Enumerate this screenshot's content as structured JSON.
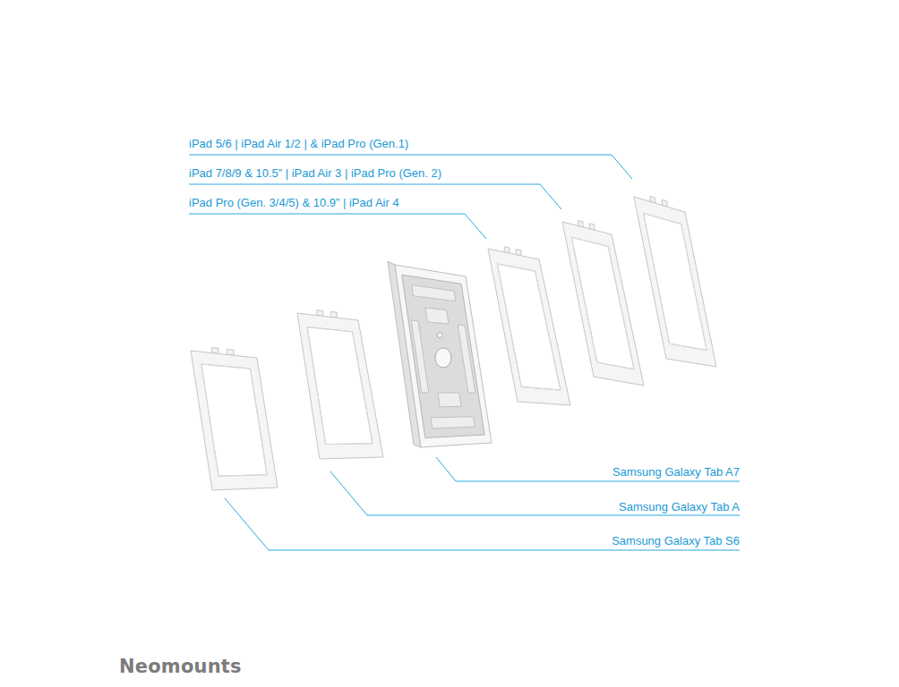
{
  "diagram": {
    "labels": [
      "iPad 5/6 | iPad Air 1/2 | & iPad Pro (Gen.1)",
      "iPad 7/8/9 & 10.5” | iPad Air 3 | iPad Pro (Gen. 2)",
      "iPad Pro (Gen. 3/4/5) & 10.9” | iPad Air 4",
      "Samsung Galaxy Tab A7",
      "Samsung Galaxy Tab A",
      "Samsung Galaxy Tab S6",
      "Neomounts"
    ]
  }
}
